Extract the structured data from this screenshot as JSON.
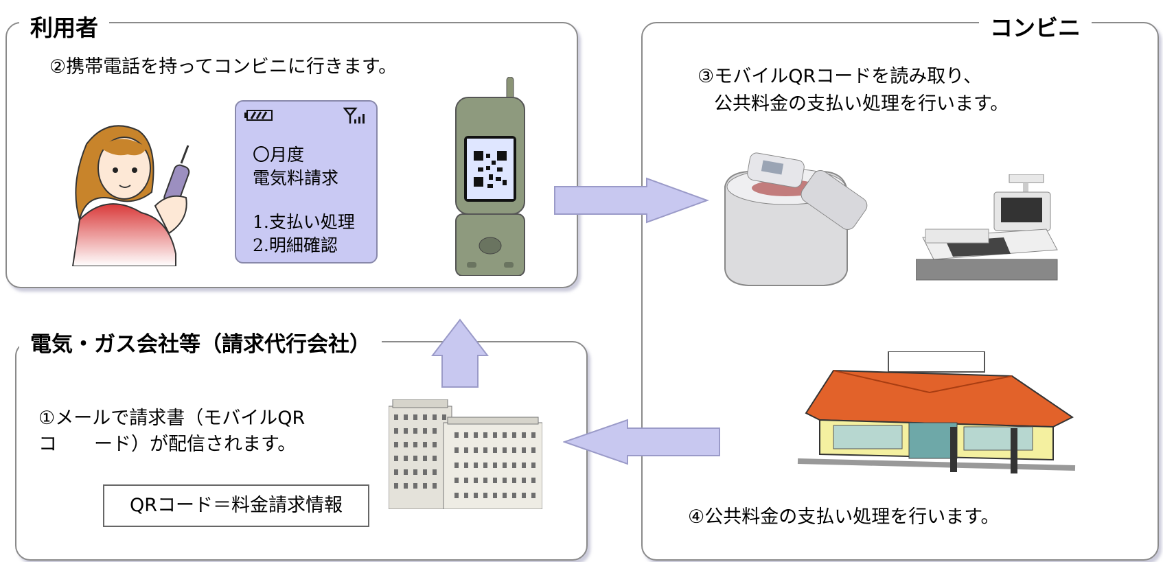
{
  "panels": {
    "user": {
      "title": "利用者",
      "step2": "②携帯電話を持ってコンビニに行きます。"
    },
    "company": {
      "title": "電気・ガス会社等（請求代行会社）",
      "step1_line1": "①メールで請求書（モバイルQR",
      "step1_line2": "コ　　ード）が配信されます。",
      "qr_box": "QRコード＝料金請求情報"
    },
    "store": {
      "title": "コンビニ",
      "step3_line1": "③モバイルQRコードを読み取り、",
      "step3_line2": "公共料金の支払い処理を行います。",
      "step4": "④公共料金の支払い処理を行います。"
    }
  },
  "phone_screen": {
    "line1": "〇月度",
    "line2": "電気料請求",
    "line3": "1.支払い処理",
    "line4": "2.明細確認"
  },
  "colors": {
    "arrow_fill": "#c8c8f0",
    "arrow_stroke": "#9a9ac8",
    "screen_bg": "#c9c9f3",
    "roof": "#e2622a",
    "store_wall": "#f4f0a0"
  }
}
